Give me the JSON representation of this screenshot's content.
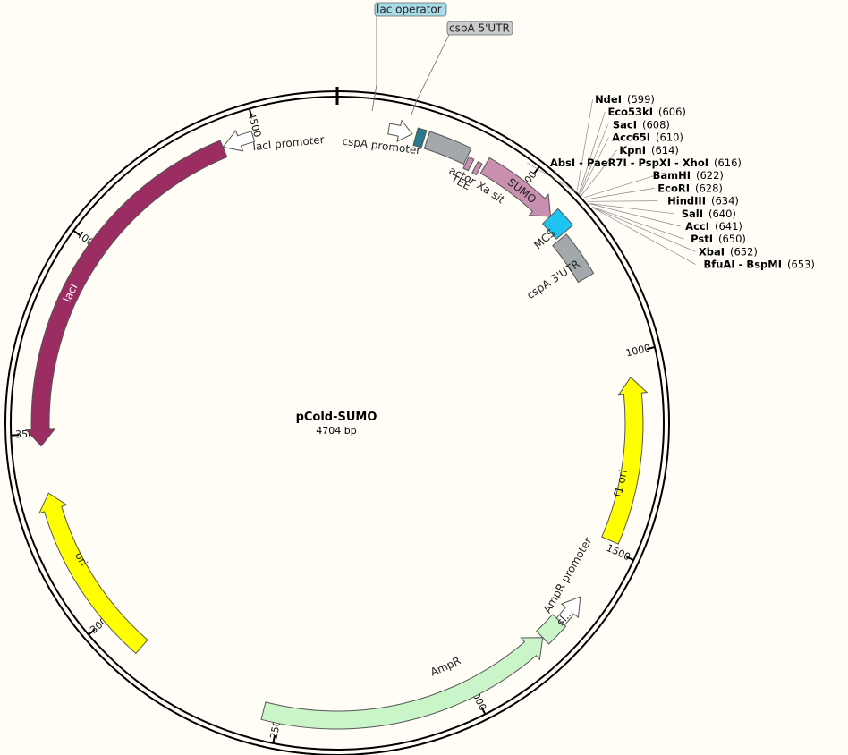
{
  "plasmid": {
    "name": "pCold-SUMO",
    "length_label": "4704 bp",
    "length": 4704
  },
  "ticks": [
    {
      "pos": 500,
      "label": "500"
    },
    {
      "pos": 1000,
      "label": "1000"
    },
    {
      "pos": 1500,
      "label": "1500"
    },
    {
      "pos": 2000,
      "label": "2000"
    },
    {
      "pos": 2500,
      "label": "2500"
    },
    {
      "pos": 3000,
      "label": "3000"
    },
    {
      "pos": 3500,
      "label": "3500"
    },
    {
      "pos": 4000,
      "label": "4000"
    },
    {
      "pos": 4500,
      "label": "4500"
    }
  ],
  "features": [
    {
      "name": "lacI",
      "type": "arrow",
      "start": 3470,
      "end": 4410,
      "dir": "ccw",
      "color": "#9b2d62",
      "label": "lacI"
    },
    {
      "name": "ori",
      "type": "arrow",
      "start": 2890,
      "end": 3350,
      "dir": "cw",
      "color": "#ffff00",
      "label": "ori"
    },
    {
      "name": "AmpR",
      "type": "arrow",
      "start": 1780,
      "end": 2540,
      "dir": "ccw",
      "color": "#c9f5c9",
      "label": "AmpR"
    },
    {
      "name": "f1 ori",
      "type": "arrow",
      "start": 1060,
      "end": 1480,
      "dir": "ccw",
      "color": "#ffff00",
      "label": "f1 ori"
    },
    {
      "name": "SUMO",
      "type": "arrow",
      "start": 390,
      "end": 600,
      "dir": "cw",
      "color": "#c88faf",
      "label": "SUMO"
    },
    {
      "name": "cspA 5'UTR",
      "type": "box",
      "start": 230,
      "end": 340,
      "color": "#a3a8ad",
      "label": "cspA 5'UTR"
    },
    {
      "name": "cspA 3'UTR",
      "type": "box",
      "start": 660,
      "end": 780,
      "color": "#a3a8ad",
      "label": "cspA 3'UTR"
    },
    {
      "name": "MCS",
      "type": "box",
      "start": 599,
      "end": 653,
      "color": "#1ec3ef",
      "label": "MCS"
    },
    {
      "name": "lac operator",
      "type": "box",
      "start": 200,
      "end": 222,
      "color": "#2a7a8e",
      "label": "lac operator"
    },
    {
      "name": "TEE",
      "type": "box",
      "start": 344,
      "end": 358,
      "color": "#c88faf",
      "label": "TEE"
    },
    {
      "name": "Factor Xa site",
      "type": "box",
      "start": 370,
      "end": 382,
      "color": "#c88faf",
      "label": "Factor Xa site"
    },
    {
      "name": "sl...",
      "type": "box",
      "start": 1720,
      "end": 1780,
      "color": "#c9f5c9",
      "label": "sl..."
    },
    {
      "name": "cspA promoter",
      "type": "open",
      "start": 130,
      "end": 190,
      "dir": "cw",
      "label": "cspA promoter"
    },
    {
      "name": "lacI promoter",
      "type": "open",
      "start": 4410,
      "end": 4490,
      "dir": "ccw",
      "label": "lacI promoter"
    },
    {
      "name": "AmpR promoter",
      "type": "open",
      "start": 1640,
      "end": 1720,
      "dir": "ccw",
      "label": "AmpR promoter"
    }
  ],
  "sites": [
    {
      "name": "NdeI",
      "pos_label": "(599)",
      "pos": 599
    },
    {
      "name": "Eco53kI",
      "pos_label": "(606)",
      "pos": 606
    },
    {
      "name": "SacI",
      "pos_label": "(608)",
      "pos": 608
    },
    {
      "name": "Acc65I",
      "pos_label": "(610)",
      "pos": 610
    },
    {
      "name": "KpnI",
      "pos_label": "(614)",
      "pos": 614
    },
    {
      "name": "AbsI - PaeR7I - PspXI - XhoI",
      "pos_label": "(616)",
      "pos": 616
    },
    {
      "name": "BamHI",
      "pos_label": "(622)",
      "pos": 622
    },
    {
      "name": "EcoRI",
      "pos_label": "(628)",
      "pos": 628
    },
    {
      "name": "HindIII",
      "pos_label": "(634)",
      "pos": 634
    },
    {
      "name": "SalI",
      "pos_label": "(640)",
      "pos": 640
    },
    {
      "name": "AccI",
      "pos_label": "(641)",
      "pos": 641
    },
    {
      "name": "PstI",
      "pos_label": "(650)",
      "pos": 650
    },
    {
      "name": "XbaI",
      "pos_label": "(652)",
      "pos": 652
    },
    {
      "name": "BfuAI - BspMI",
      "pos_label": "(653)",
      "pos": 653
    }
  ],
  "callouts": [
    {
      "text": "lac operator",
      "color": "#a9dbe8"
    },
    {
      "text": "cspA 5'UTR",
      "color": "#c9cbcd"
    }
  ]
}
